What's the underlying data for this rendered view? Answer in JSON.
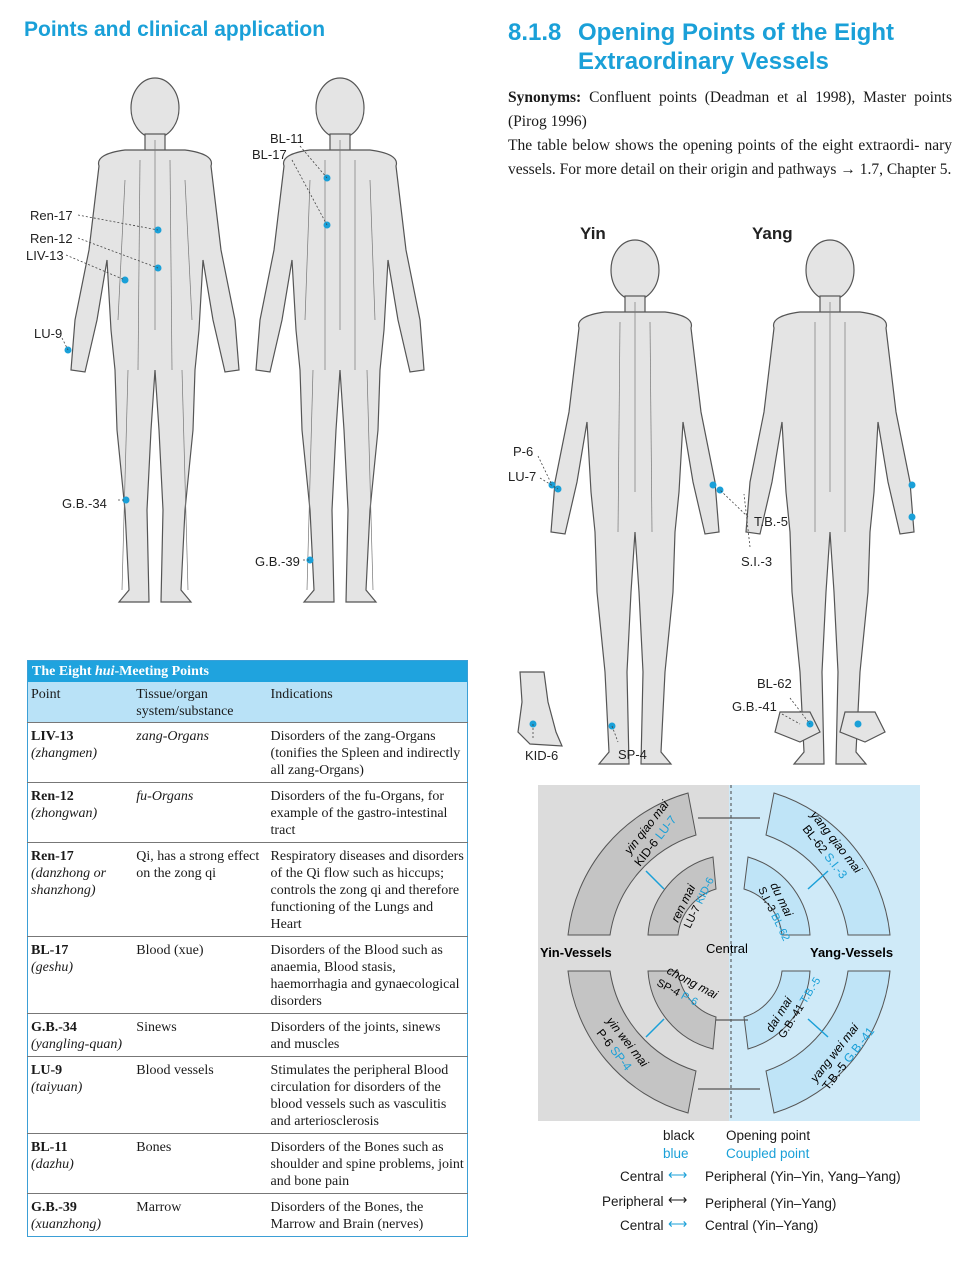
{
  "header_left": "Points and clinical application",
  "section": {
    "number": "8.1.8",
    "title_line1": "Opening Points of the Eight",
    "title_line2": "Extraordinary Vessels"
  },
  "intro": {
    "synonyms_label": "Synonyms:",
    "synonyms_line1": "Confluent points (Deadman et al 1998), Master",
    "synonyms_line2": "points (Pirog 1996)",
    "line3": "The table below shows the opening points of the eight extraordi-",
    "line4": "nary vessels. For more detail on their origin and pathways",
    "line5": "→ 1.7, Chapter 5."
  },
  "left_figure": {
    "labels": {
      "bl11": "BL-11",
      "bl17": "BL-17",
      "ren17": "Ren-17",
      "ren12": "Ren-12",
      "liv13": "LIV-13",
      "lu9": "LU-9",
      "gb34": "G.B.-34",
      "gb39": "G.B.-39"
    }
  },
  "right_figure": {
    "yin": "Yin",
    "yang": "Yang",
    "labels": {
      "p6": "P-6",
      "lu7": "LU-7",
      "tb5": "T.B.-5",
      "si3": "S.I.-3",
      "bl62": "BL-62",
      "gb41": "G.B.-41",
      "kid6": "KID-6",
      "sp4": "SP-4"
    }
  },
  "table": {
    "caption_pre": "The Eight ",
    "caption_em": "hui",
    "caption_post": "-Meeting Points",
    "headers": [
      "Point",
      "Tissue/organ system/substance",
      "Indications"
    ],
    "rows": [
      {
        "point": "LIV-13",
        "pinyin": "(zhangmen)",
        "tissue": "zang-Organs",
        "ind": "Disorders of the zang-Organs (tonifies the Spleen and indirectly all zang-Organs)"
      },
      {
        "point": "Ren-12",
        "pinyin": "(zhongwan)",
        "tissue": "fu-Organs",
        "ind": "Disorders of the fu-Organs, for example of the gastro-intestinal tract"
      },
      {
        "point": "Ren-17",
        "pinyin": "(danzhong or shanzhong)",
        "tissue": "Qi, has a strong effect on the zong qi",
        "ind": "Respiratory diseases and disorders of the Qi flow such as hiccups; controls the zong qi and therefore functioning of the Lungs and Heart"
      },
      {
        "point": "BL-17",
        "pinyin": "(geshu)",
        "tissue": "Blood (xue)",
        "ind": "Disorders of the Blood such as anaemia, Blood stasis, haemorrhagia and gynaecological disorders"
      },
      {
        "point": "G.B.-34",
        "pinyin": "(yangling-quan)",
        "tissue": "Sinews",
        "ind": "Disorders of the joints, sinews and muscles"
      },
      {
        "point": "LU-9",
        "pinyin": "(taiyuan)",
        "tissue": "Blood vessels",
        "ind": "Stimulates the peripheral Blood circulation for disorders of the blood vessels such as vasculitis and arteriosclerosis"
      },
      {
        "point": "BL-11",
        "pinyin": "(dazhu)",
        "tissue": "Bones",
        "ind": "Disorders of the Bones such as shoulder and spine problems, joint and bone pain"
      },
      {
        "point": "G.B.-39",
        "pinyin": "(xuanzhong)",
        "tissue": "Marrow",
        "ind": "Disorders of the Bones, the Marrow and Brain (nerves)"
      }
    ]
  },
  "diagram": {
    "yin_vessels": "Yin-Vessels",
    "yang_vessels": "Yang-Vessels",
    "central": "Central",
    "yin_qiao": {
      "name": "yin qiao mai",
      "black": "KID-6",
      "blue": "LU-7"
    },
    "ren": {
      "name": "ren mai",
      "black": "LU-7",
      "blue": "KID-6"
    },
    "chong": {
      "name": "chong mai",
      "black": "SP-4",
      "blue": "P-6"
    },
    "yin_wei": {
      "name": "yin wei mai",
      "black": "P-6",
      "blue": "SP-4"
    },
    "yang_qiao": {
      "name": "yang qiao mai",
      "black": "BL-62",
      "blue": "S.I.-3"
    },
    "du": {
      "name": "du mai",
      "black": "S.I.-3",
      "blue": "BL-62"
    },
    "dai": {
      "name": "dai mai",
      "black": "G.B.-41",
      "blue": "T.B.-5"
    },
    "yang_wei": {
      "name": "yang wei mai",
      "black": "T.B.-5",
      "blue": "G.B.-41"
    }
  },
  "legend": {
    "black": "black",
    "opening": "Opening point",
    "blue": "blue",
    "coupled": "Coupled point",
    "r1_left": "Central",
    "r1_right": "Peripheral (Yin–Yin, Yang–Yang)",
    "r2_left": "Peripheral",
    "r2_right": "Peripheral (Yin–Yang)",
    "r3_left": "Central",
    "r3_right": "Central (Yin–Yang)"
  },
  "colors": {
    "accent": "#1aa0d8",
    "table_header": "#b9e2f7",
    "body_fill": "#e4e4e4",
    "diagram_yang": "#cfeaf8"
  }
}
